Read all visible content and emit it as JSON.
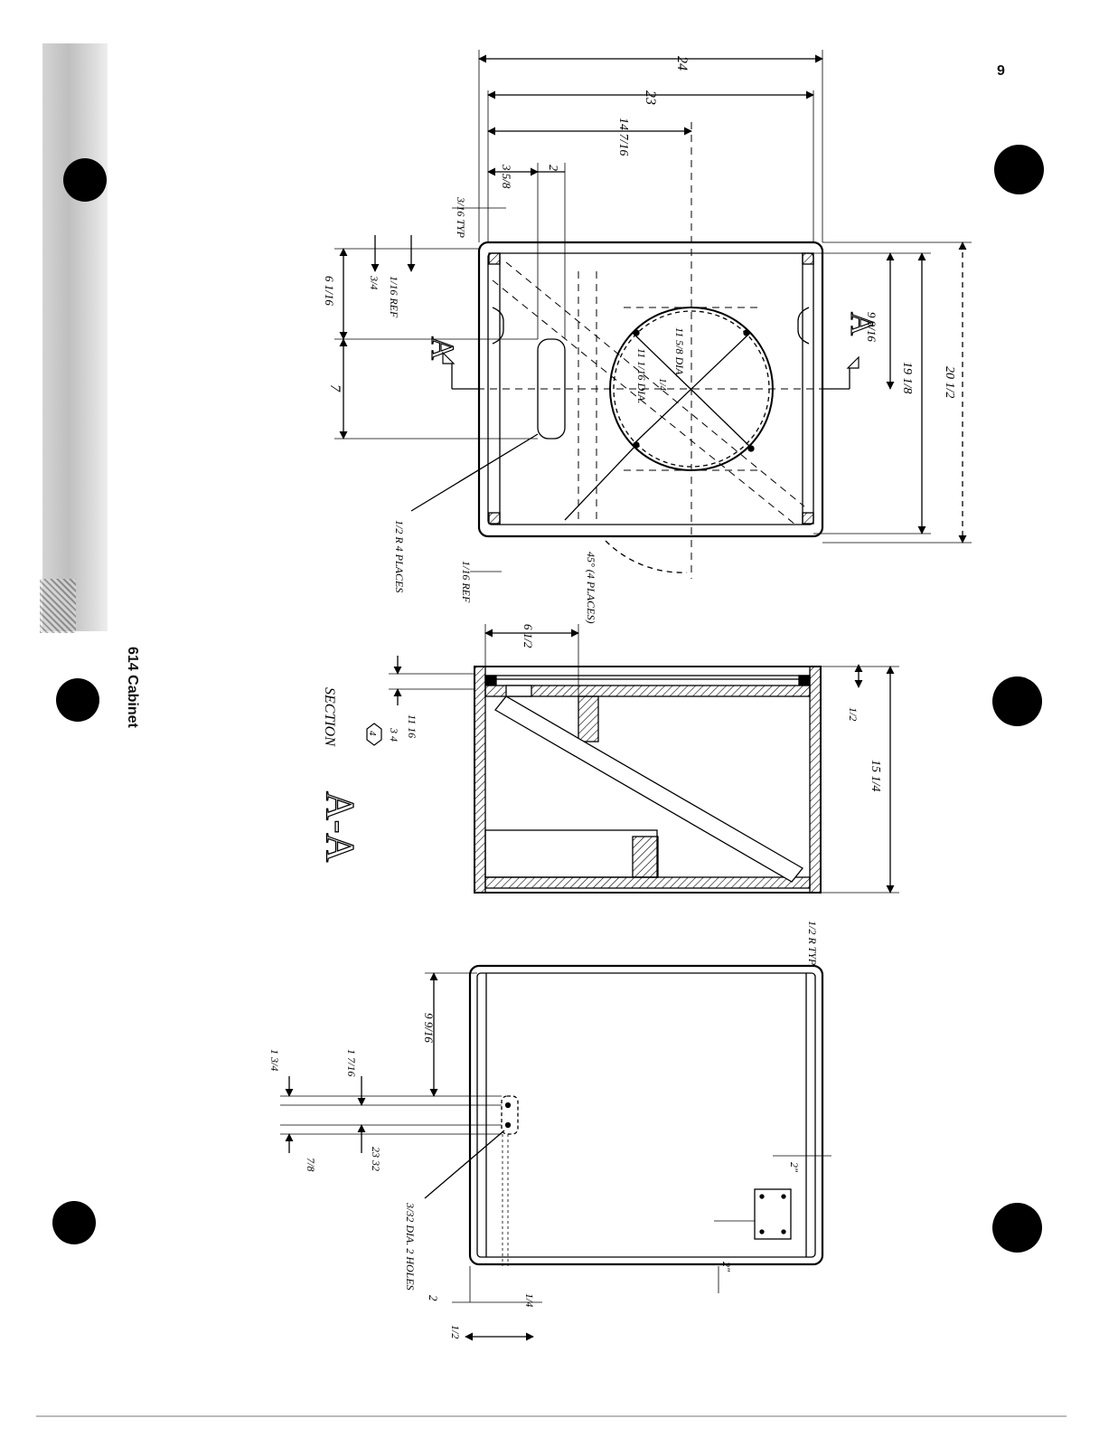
{
  "page": {
    "number": "9",
    "title": "614 Cabinet"
  },
  "front_view": {
    "dims": {
      "width_24": "24",
      "width_23": "23",
      "center_14": "14 7/16",
      "top_3": "3 5/8",
      "top_2": "2",
      "edge": "3/16 TYP",
      "left_6": "6 1/16",
      "ref_top": "1/16 REF",
      "left_34": "3/4",
      "left_7": "7",
      "dia_outer": "11 5/8 DIA.",
      "dia_inner": "11 1/16 DIA.",
      "screw": "1/4",
      "right_9": "9 9/16",
      "right_19": "19 1/8",
      "right_20": "20 1/2",
      "slot": "1/2 R 4 PLACES",
      "ref_bottom": "1/16 REF",
      "angle": "45° (4 PLACES)"
    },
    "section_marker": "A"
  },
  "section_view": {
    "label_prefix": "SECTION",
    "label": "A-A",
    "dims": {
      "depth_6": "6 1/2",
      "thick": "1/2",
      "depth_15": "15 1/4",
      "d_11": "11 16",
      "d_34": "3 4",
      "callout": "4"
    }
  },
  "back_view": {
    "dims": {
      "radius": "1/2 R TYP",
      "from_top": "9 9/16",
      "d_1_34": "1 3/4",
      "d_1_716": "1 7/16",
      "d_7_8": "7/8",
      "d_23_32": "23 32",
      "holes": "3/32 DIA. 2 HOLES",
      "plate_a": "2\"",
      "plate_b": "2\"",
      "bot_2": "2",
      "bot_14": "1/4",
      "bot_12": "1/2"
    }
  }
}
